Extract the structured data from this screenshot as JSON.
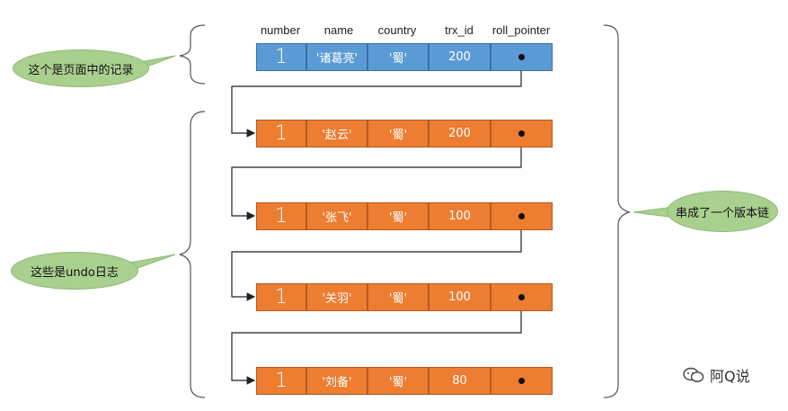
{
  "headers": [
    "number",
    "name",
    "country",
    "trx_id",
    "roll_pointer"
  ],
  "rows": [
    {
      "number": "1",
      "name": "'诸葛亮'",
      "country": "'蜀'",
      "trx_id": "200",
      "kind": "record"
    },
    {
      "number": "1",
      "name": "'赵云'",
      "country": "'蜀'",
      "trx_id": "200",
      "kind": "undo"
    },
    {
      "number": "1",
      "name": "'张飞'",
      "country": "'蜀'",
      "trx_id": "100",
      "kind": "undo"
    },
    {
      "number": "1",
      "name": "'关羽'",
      "country": "'蜀'",
      "trx_id": "100",
      "kind": "undo"
    },
    {
      "number": "1",
      "name": "'刘备'",
      "country": "'蜀'",
      "trx_id": "80",
      "kind": "undo"
    }
  ],
  "labels": {
    "page_record": "这个是页面中的记录",
    "undo_logs": "这些是undo日志",
    "version_chain": "串成了一个版本链"
  },
  "watermark": "阿Q说",
  "colors": {
    "record": "#5b9bd5",
    "undo": "#ed7d31",
    "bubble": "#a9d08e"
  }
}
